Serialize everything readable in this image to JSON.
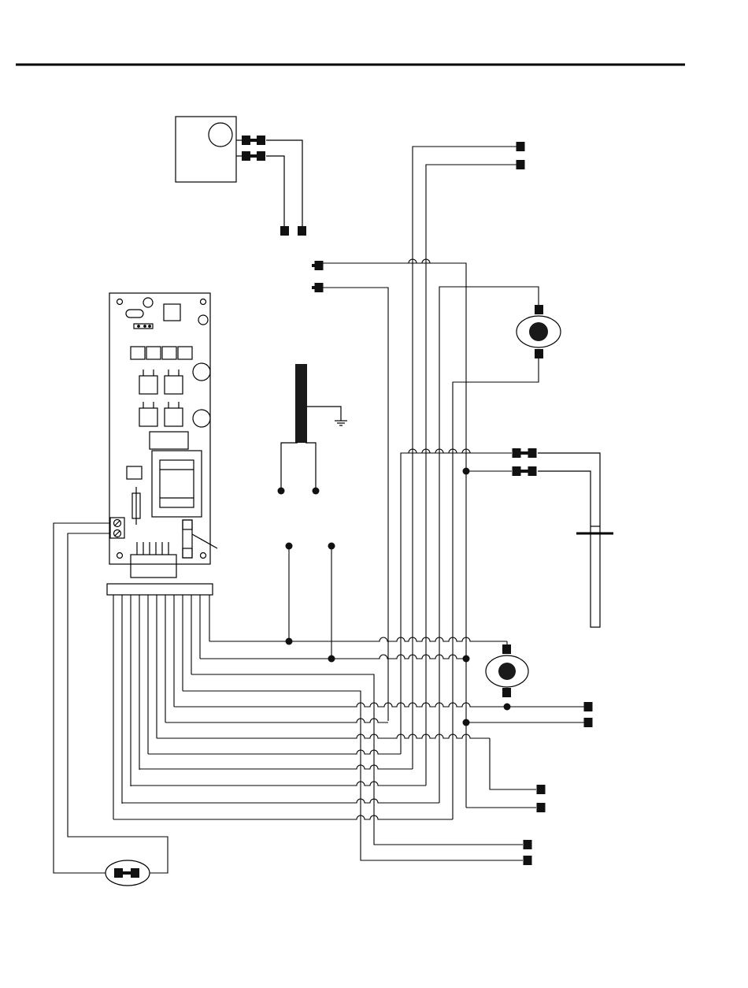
{
  "page": {
    "title": "",
    "colors": {
      "line": "#000000",
      "fill": "#1a1a1a",
      "background": "#ffffff"
    }
  },
  "diagram": {
    "kind": "wiring-schematic",
    "labels": [],
    "components": [
      {
        "id": "motor-box",
        "icon": "motor-box-icon"
      },
      {
        "id": "control-board",
        "icon": "circuit-board-icon"
      },
      {
        "id": "ground-block",
        "icon": "ground-symbol-icon"
      },
      {
        "id": "motor-upper",
        "icon": "motor-icon"
      },
      {
        "id": "motor-lower",
        "icon": "motor-icon"
      },
      {
        "id": "probe-sensor",
        "icon": "probe-icon"
      },
      {
        "id": "inline-connector",
        "icon": "inline-connector-icon"
      },
      {
        "id": "harness-plug",
        "icon": "wire-harness-icon"
      }
    ]
  }
}
